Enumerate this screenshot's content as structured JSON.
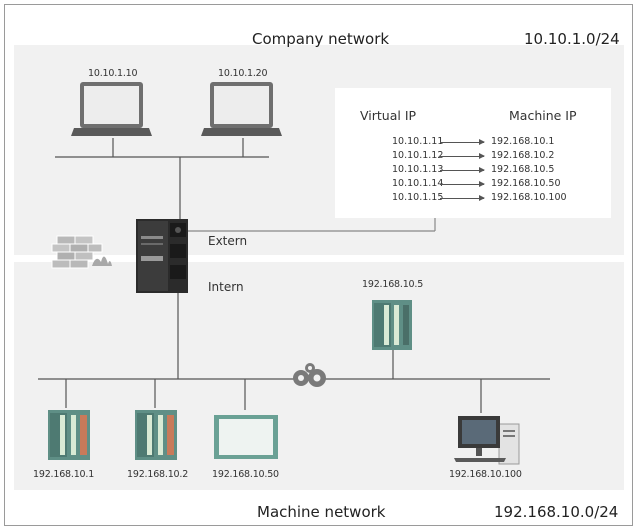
{
  "company": {
    "title": "Company network",
    "subnet": "10.10.1.0/24"
  },
  "machine_net": {
    "title": "Machine network",
    "subnet": "192.168.10.0/24"
  },
  "laptops": [
    {
      "ip": "10.10.1.10"
    },
    {
      "ip": "10.10.1.20"
    }
  ],
  "nat_table": {
    "virtual_header": "Virtual IP",
    "machine_header": "Machine IP",
    "rows": [
      {
        "virtual": "10.10.1.11",
        "machine": "192.168.10.1"
      },
      {
        "virtual": "10.10.1.12",
        "machine": "192.168.10.2"
      },
      {
        "virtual": "10.10.1.13",
        "machine": "192.168.10.5"
      },
      {
        "virtual": "10.10.1.14",
        "machine": "192.168.10.50"
      },
      {
        "virtual": "10.10.1.15",
        "machine": "192.168.10.100"
      }
    ]
  },
  "router": {
    "extern_label": "Extern",
    "intern_label": "Intern"
  },
  "devices": {
    "upper_plc": "192.168.10.5",
    "bottom": [
      "192.168.10.1",
      "192.168.10.2",
      "192.168.10.50",
      "192.168.10.100"
    ]
  },
  "colors": {
    "zone": "#f1f1f1",
    "plc": "#5f8f86",
    "plc_stripe": "#d9ead5",
    "brick": "#b8b8b8"
  }
}
